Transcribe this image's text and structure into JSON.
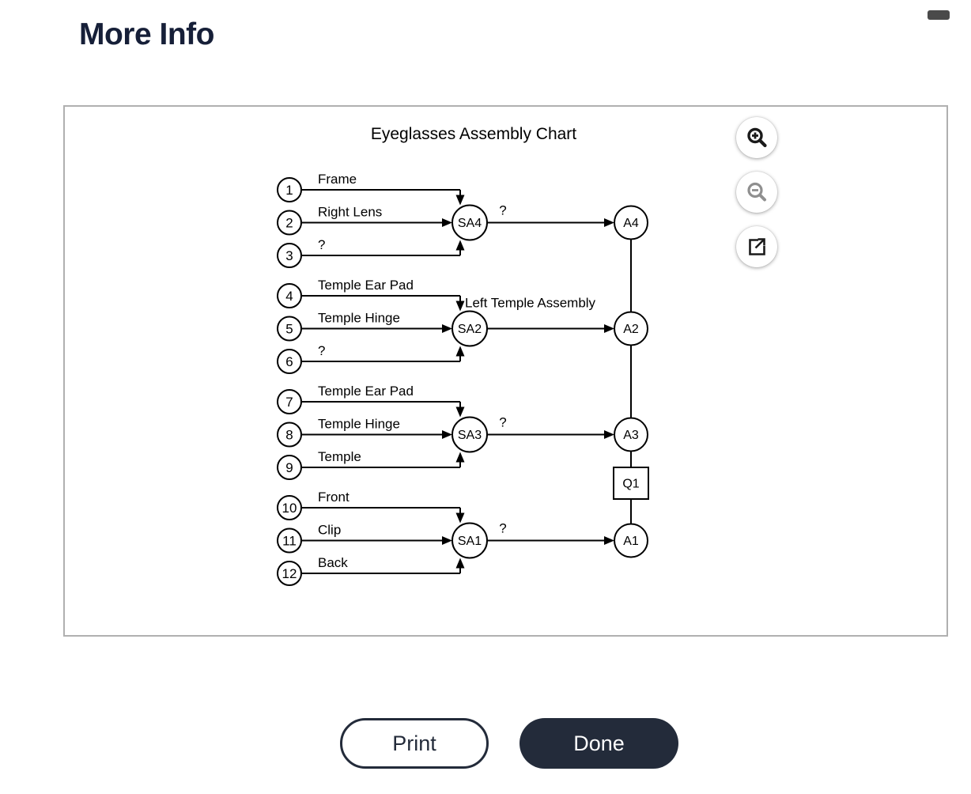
{
  "page": {
    "title": "More Info"
  },
  "panel": {
    "chart_title": "Eyeglasses Assembly Chart",
    "tools": [
      {
        "name": "zoom-in",
        "icon": "magnifier-plus",
        "enabled": true
      },
      {
        "name": "zoom-out",
        "icon": "magnifier-minus",
        "enabled": false
      },
      {
        "name": "open-in-new-window",
        "icon": "external-link",
        "enabled": true
      }
    ]
  },
  "diagram": {
    "groups": [
      {
        "sub": "SA4",
        "out": "A4",
        "out_label": "?",
        "inputs": [
          {
            "id": "1",
            "label": "Frame"
          },
          {
            "id": "2",
            "label": "Right Lens"
          },
          {
            "id": "3",
            "label": "?"
          }
        ]
      },
      {
        "sub": "SA2",
        "out": "A2",
        "out_label": "Left Temple Assembly",
        "inputs": [
          {
            "id": "4",
            "label": "Temple Ear Pad"
          },
          {
            "id": "5",
            "label": "Temple Hinge"
          },
          {
            "id": "6",
            "label": "?"
          }
        ]
      },
      {
        "sub": "SA3",
        "out": "A3",
        "out_label": "?",
        "inputs": [
          {
            "id": "7",
            "label": "Temple Ear Pad"
          },
          {
            "id": "8",
            "label": "Temple Hinge"
          },
          {
            "id": "9",
            "label": "Temple"
          }
        ]
      },
      {
        "sub": "SA1",
        "out": "A1",
        "out_label": "?",
        "inputs": [
          {
            "id": "10",
            "label": "Front"
          },
          {
            "id": "11",
            "label": "Clip"
          },
          {
            "id": "12",
            "label": "Back"
          }
        ]
      }
    ],
    "quality_node": {
      "id": "Q1",
      "between": [
        "A3",
        "A1"
      ]
    }
  },
  "footer": {
    "print_label": "Print",
    "done_label": "Done"
  },
  "colors": {
    "accent_navy": "#232b3a",
    "heading_navy": "#161f38",
    "panel_border": "#b0b0b0",
    "diagram_stroke": "#000000",
    "tool_icon_dark": "#1a1a1a",
    "tool_icon_gray": "#8f8f8f"
  }
}
